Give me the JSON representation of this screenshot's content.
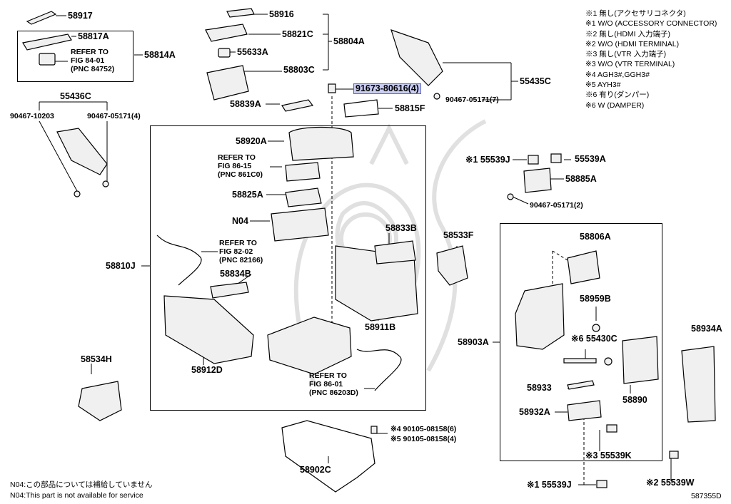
{
  "colors": {
    "line": "#000000",
    "highlight_fill": "#c9cdf2",
    "highlight_border": "#5a62c8",
    "watermark": "#d9d9d9"
  },
  "legend": {
    "lines": [
      "※1 無し(アクセサリコネクタ)",
      "※1 W/O (ACCESSORY CONNECTOR)",
      "※2 無し(HDMI 入力端子)",
      "※2 W/O (HDMI TERMINAL)",
      "※3 無し(VTR 入力端子)",
      "※3 W/O (VTR TERMINAL)",
      "※4 AGH3#,GGH3#",
      "※5 AYH3#",
      "※6 有り(ダンパー)",
      "※6 W (DAMPER)"
    ]
  },
  "parts": {
    "p58917": "58917",
    "p58817a": "58817A",
    "p58814a": "58814A",
    "ref_8401": [
      "REFER TO",
      "FIG 84-01",
      "(PNC 84752)"
    ],
    "p58916": "58916",
    "p58821c": "58821C",
    "p58804a": "58804A",
    "p55633a": "55633A",
    "p58803c": "58803C",
    "p55436c": "55436C",
    "p90467_10203": "90467-10203",
    "p90467_05171_4": "90467-05171(4)",
    "p91673": "91673-80616(4)",
    "p58839a": "58839A",
    "p58815f": "58815F",
    "p55435c": "55435C",
    "p90467_05171_7": "90467-05171(7)",
    "p58920a": "58920A",
    "ref_8615": [
      "REFER TO",
      "FIG 86-15",
      "(PNC 861C0)"
    ],
    "p58825a": "58825A",
    "n04": "N04",
    "ref_8202": [
      "REFER TO",
      "FIG 82-02",
      "(PNC 82166)"
    ],
    "p58810j": "58810J",
    "p58834b": "58834B",
    "p58833b": "58833B",
    "p58533f": "58533F",
    "p58911b": "58911B",
    "p58912d": "58912D",
    "ref_8601": [
      "REFER TO",
      "FIG 86-01",
      "(PNC 86203D)"
    ],
    "p55539j_top": "※1 55539J",
    "p55539a": "55539A",
    "p58885a": "58885A",
    "p90467_05171_2": "90467-05171(2)",
    "p58806a": "58806A",
    "p58959b": "58959B",
    "p58903a": "58903A",
    "p55430c": "※6 55430C",
    "p58934a": "58934A",
    "p58890": "58890",
    "p58933": "58933",
    "p58932a": "58932A",
    "p55539k": "※3 55539K",
    "p58534h": "58534H",
    "p90105_6": "※4 90105-08158(6)",
    "p90105_4": "※5 90105-08158(4)",
    "p58902c": "58902C",
    "p55539j_bottom": "※1 55539J",
    "p55539w": "※2 55539W"
  },
  "footer": {
    "note_jp": "N04:この部品については補給していません",
    "note_en": "N04:This part is not available for service",
    "code": "587355D"
  }
}
